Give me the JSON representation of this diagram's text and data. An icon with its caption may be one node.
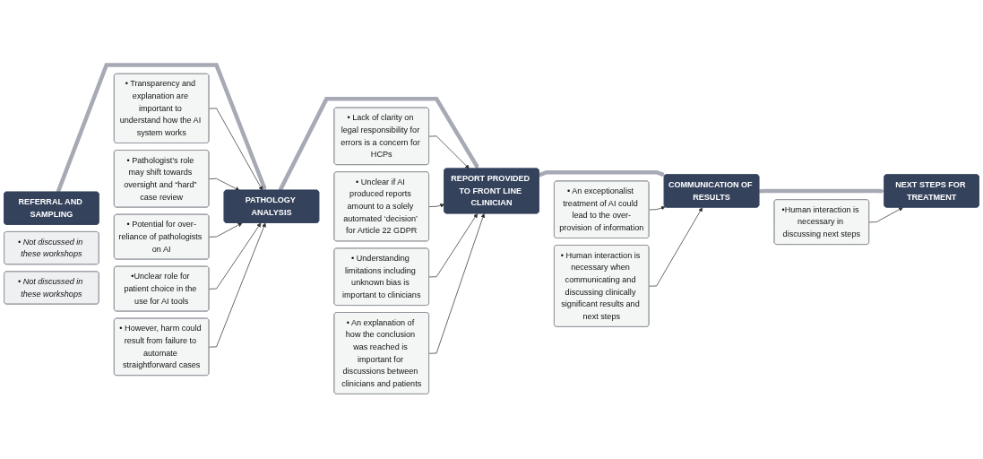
{
  "diagram": {
    "nodes": [
      {
        "text": [
          "REFERRAL AND SAMPLING"
        ]
      },
      {
        "text": [
          "• Not discussed in these workshops"
        ]
      },
      {
        "text": [
          "• Transparency and explanation are important to understand how the AI system works"
        ]
      },
      {
        "text": [
          "• Pathologist’s role may shift towards oversight and “hard” case review"
        ]
      },
      {
        "text": [
          "PATHOLOGY ANALYSIS"
        ]
      },
      {
        "text": [
          "• Lack of clarity on legal responsibility for errors is a concern for HCPs"
        ]
      },
      {
        "text": [
          "REPORT PROVIDED TO FRONT LINE CLINICIAN"
        ]
      },
      {
        "text": [
          "• An exceptionalist treatment of AI could lead to the over-provision of information"
        ]
      },
      {
        "text": [
          "COMMUNICATION OF RESULTS"
        ]
      },
      {
        "text": [
          "•Human interaction is necessary in discussing next steps"
        ]
      },
      {
        "text": [
          "NEXT STEPS FOR TREATMENT"
        ]
      },
      {
        "text": [
          "• Not discussed in these workshops"
        ]
      },
      {
        "text": [
          "• Potential for over-reliance of pathologists on AI"
        ]
      },
      {
        "text": [
          "• However, harm could result from failure to automate straightforward cases"
        ]
      },
      {
        "text": [
          "• Understanding limitations including unknown bias is important to clinicians"
        ]
      },
      {
        "text": [
          "• An explanation of how the conclusion was reached is important for discussions between clinicians and patients"
        ]
      },
      {
        "text": [
          "• Human interaction is necessary when communicating and discussing clinically significant results and next steps"
        ]
      },
      {
        "text": [
          "•Unclear role for patient choice in the use for AI tools"
        ]
      },
      {
        "text": [
          "• Unclear if AI produced reports amount to a solely automated ‘decision’ for Article 22 GDPR"
        ]
      }
    ],
    "edges": [
      {
        "from": 0,
        "to": 4,
        "arrow": "to",
        "style": "thick",
        "color": "#a7aab5"
      },
      {
        "from": 4,
        "to": 6,
        "arrow": "to",
        "style": "thick",
        "color": "#a7aab5"
      },
      {
        "from": 6,
        "to": 8,
        "arrow": "to",
        "style": "thick",
        "color": "#a7aab5"
      },
      {
        "from": 8,
        "to": 10,
        "arrow": "to",
        "style": "thick",
        "color": "#a7aab5"
      },
      {
        "from": 2,
        "to": 4,
        "arrow": "to"
      },
      {
        "from": 3,
        "to": 4,
        "arrow": "to"
      },
      {
        "from": 5,
        "to": 6,
        "arrow": "to"
      },
      {
        "from": 7,
        "to": 8,
        "arrow": "to"
      },
      {
        "from": 9,
        "to": 10,
        "arrow": "to"
      },
      {
        "from": 12,
        "to": 4,
        "arrow": "to"
      },
      {
        "from": 17,
        "to": 4,
        "arrow": "to"
      },
      {
        "from": 13,
        "to": 4,
        "arrow": "to"
      },
      {
        "from": 18,
        "to": 6,
        "arrow": "to"
      },
      {
        "from": 14,
        "to": 6,
        "arrow": "to"
      },
      {
        "from": 15,
        "to": 6,
        "arrow": "to"
      },
      {
        "from": 16,
        "to": 8,
        "arrow": "to"
      }
    ]
  }
}
